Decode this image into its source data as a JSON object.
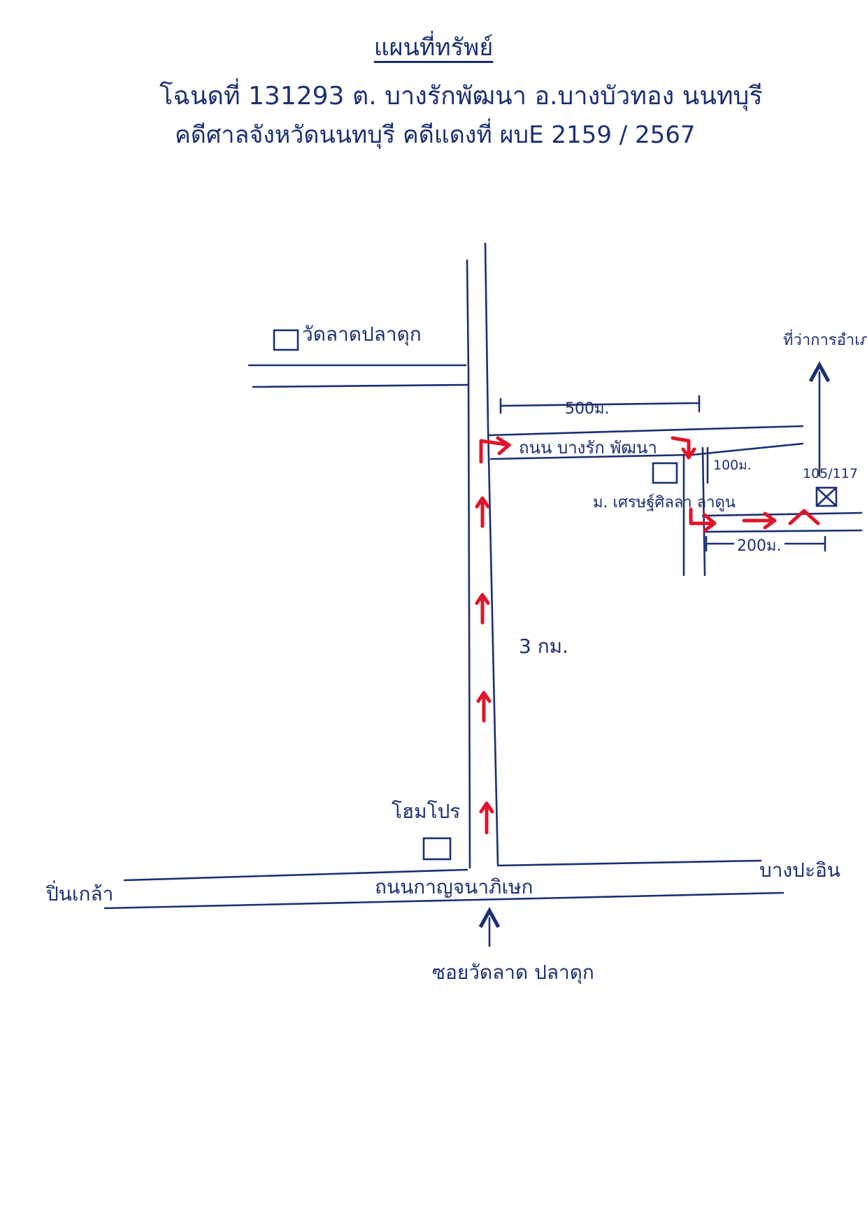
{
  "header": {
    "title": "แผนที่ทรัพย์",
    "line1": "โฉนดที่ 131293   ต. บางรักพัฒนา  อ.บางบัวทอง  นนทบุรี",
    "line2": "คดีศาลจังหวัดนนทบุรี    คดีแดงที่ ผบE 2159 / 2567"
  },
  "map": {
    "landmarks": {
      "temple": "วัดลาดปลาดุก",
      "homepro": "โฮมโปร",
      "village": "ม. เศรษฐ์ศิลลา ลาดูน",
      "district_office": "ที่ว่าการอำเภอ",
      "property_no": "105/117"
    },
    "roads": {
      "main_road": "ถนนกาญจนาภิเษก",
      "bangrak_road": "ถนน บางรัก พัฒนา",
      "west_end": "ปิ่นเกล้า",
      "east_end": "บางปะอิน",
      "entrance_soi": "ซอยวัดลาด ปลาดุก"
    },
    "distances": {
      "soi_length": "3 กม.",
      "road_500": "500ม.",
      "road_100": "100ม.",
      "road_200": "200ม."
    },
    "colors": {
      "ink": "#1c2f73",
      "route": "#e0142a"
    }
  }
}
